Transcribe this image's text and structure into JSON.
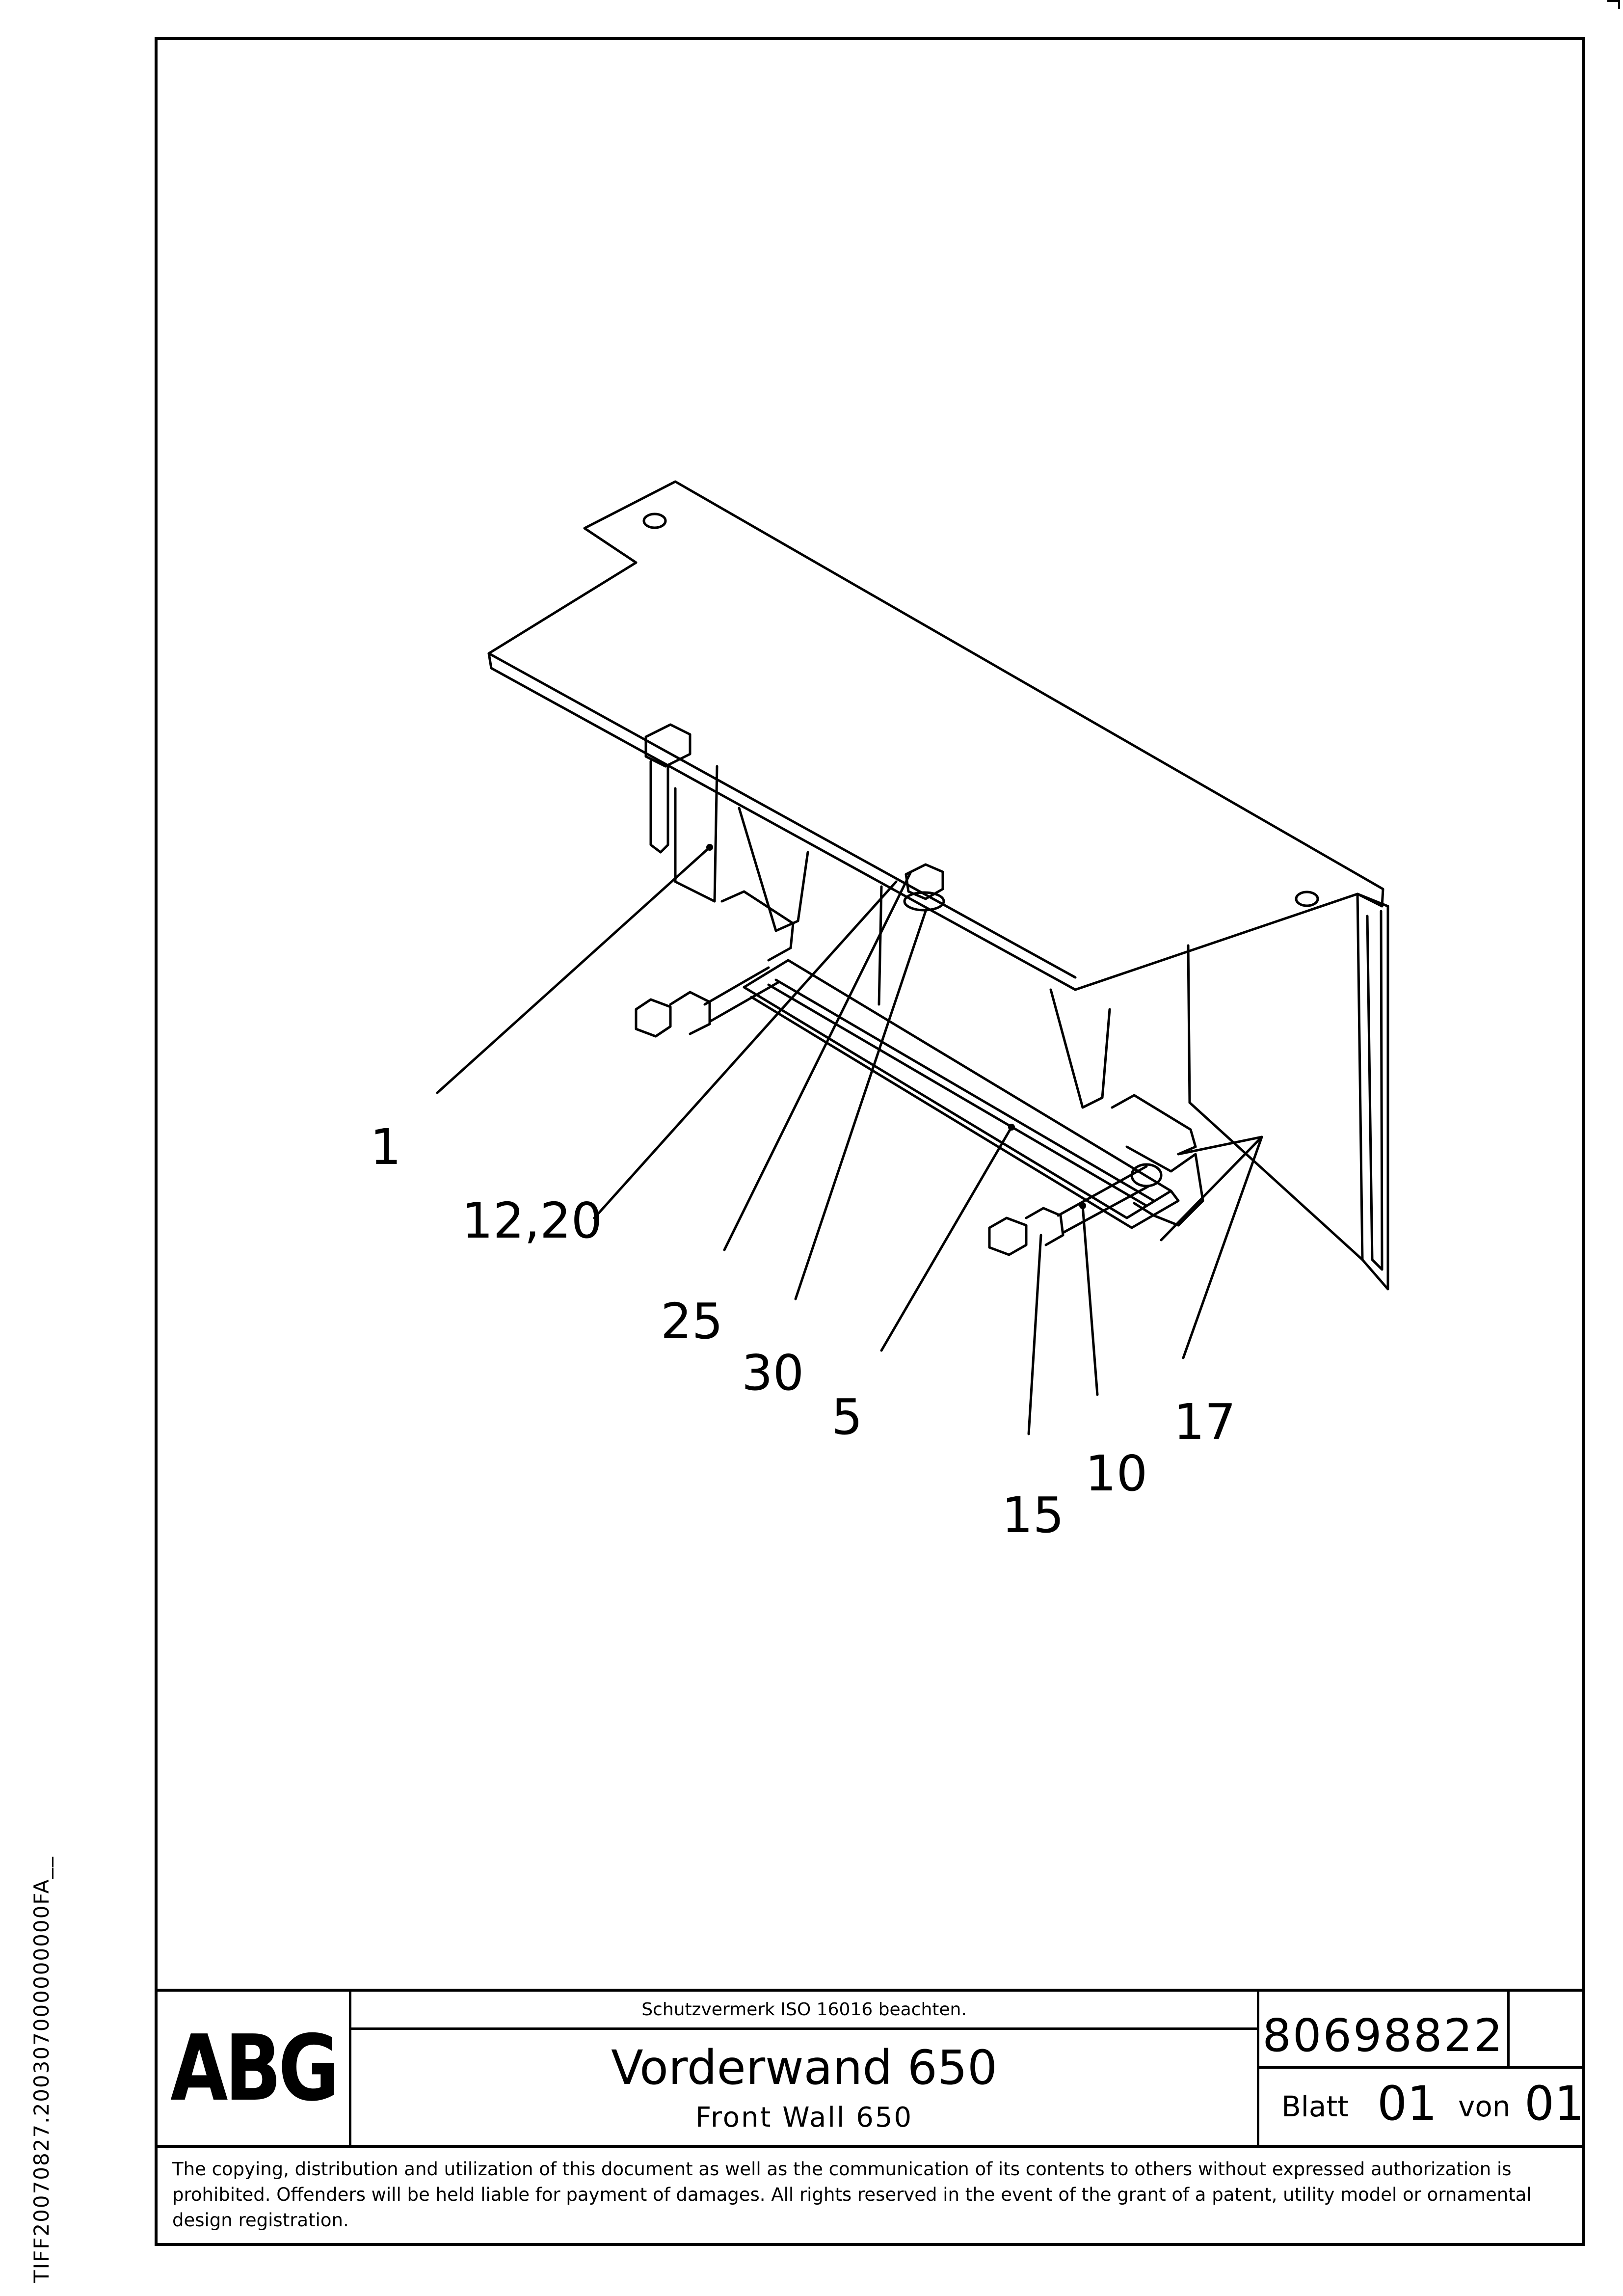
{
  "side_code": "TIFF20070827.200307000000000FA__",
  "callouts": [
    "1",
    "12,20",
    "25",
    "30",
    "5",
    "17",
    "10",
    "15"
  ],
  "title_block": {
    "logo": "ABG",
    "protection_notice": "Schutzvermerk ISO 16016 beachten.",
    "title_de": "Vorderwand 650",
    "title_en": "Front Wall 650",
    "document_number": "80698822",
    "sheet_label": "Blatt",
    "sheet_number": "01",
    "of_label": "von",
    "sheet_total": "01"
  },
  "copyright": "The copying, distribution and utilization of this document as well as the communication of its contents to others without expressed authorization is prohibited. Offenders will be held liable for payment of damages. All rights reserved in the event of the grant of a patent, utility model or ornamental design registration."
}
